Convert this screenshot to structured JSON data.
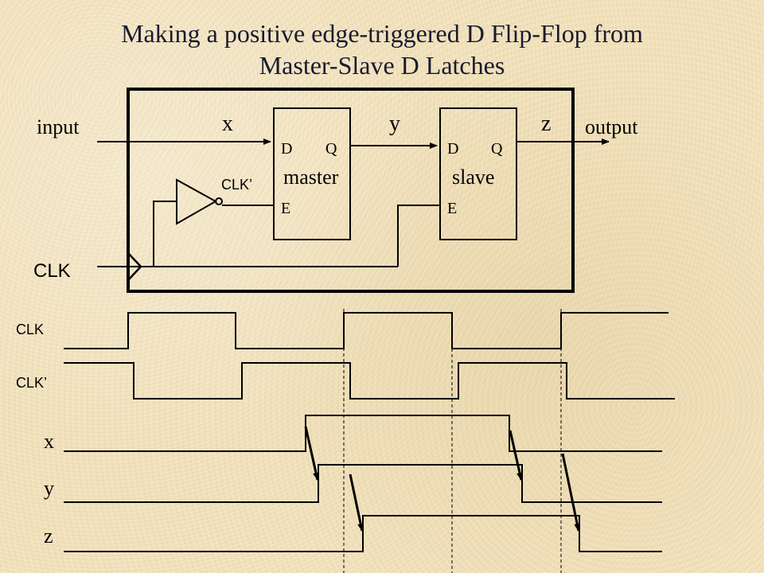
{
  "title": {
    "line1": "Making a positive edge-triggered  D Flip-Flop from",
    "line2": "Master-Slave D Latches"
  },
  "circuit": {
    "input_label": "input",
    "output_label": "output",
    "clk_label": "CLK",
    "clk_prime_label": "CLK’",
    "wire_x_label": "x",
    "wire_y_label": "y",
    "wire_z_label": "z",
    "master": {
      "name": "master",
      "d_pin": "D",
      "q_pin": "Q",
      "e_pin": "E"
    },
    "slave": {
      "name": "slave",
      "d_pin": "D",
      "q_pin": "Q",
      "e_pin": "E"
    }
  },
  "timing": {
    "clk_label": "CLK",
    "clk_prime_label": "CLK’",
    "x_label": "x",
    "y_label": "y",
    "z_label": "z"
  },
  "colors": {
    "line": "#000000",
    "background": "#f3e3bd"
  }
}
